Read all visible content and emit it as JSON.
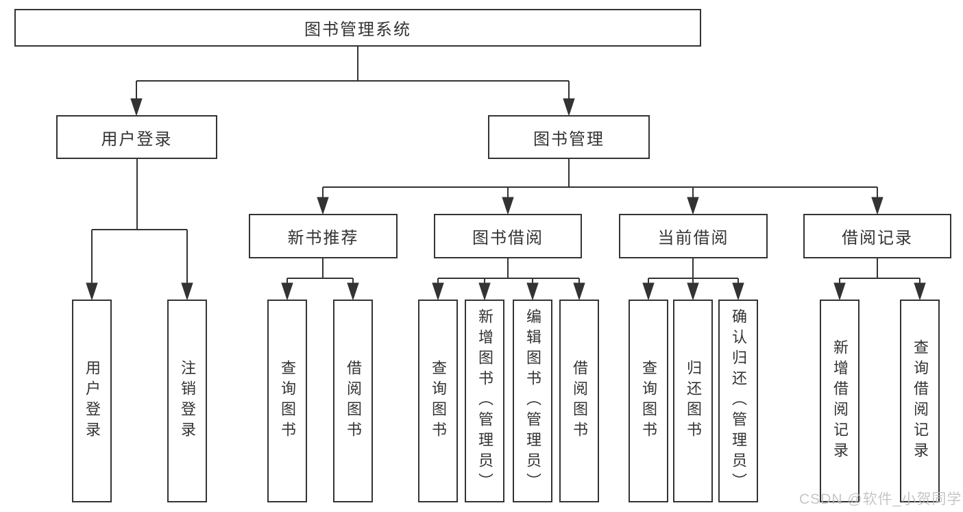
{
  "diagram": {
    "title": "图书管理系统",
    "nodes": {
      "root": {
        "label": "图书管理系统"
      },
      "user_login": {
        "label": "用户登录"
      },
      "book_mgmt": {
        "label": "图书管理"
      },
      "new_book_rec": {
        "label": "新书推荐"
      },
      "book_borrow": {
        "label": "图书借阅"
      },
      "current_borrow": {
        "label": "当前借阅"
      },
      "borrow_records": {
        "label": "借阅记录"
      },
      "leaf_user_login": {
        "label": "用户登录"
      },
      "leaf_logout": {
        "label": "注销登录"
      },
      "nb_query": {
        "label": "查询图书"
      },
      "nb_borrow": {
        "label": "借阅图书"
      },
      "bb_query": {
        "label": "查询图书"
      },
      "bb_add": {
        "label": "新增图书（管理员）"
      },
      "bb_edit": {
        "label": "编辑图书（管理员）"
      },
      "bb_borrow": {
        "label": "借阅图书"
      },
      "cb_query": {
        "label": "查询图书"
      },
      "cb_return": {
        "label": "归还图书"
      },
      "cb_confirm": {
        "label": "确认归还（管理员）"
      },
      "br_add": {
        "label": "新增借阅记录"
      },
      "br_query": {
        "label": "查询借阅记录"
      }
    },
    "edges": [
      {
        "from": "root",
        "to": "user_login"
      },
      {
        "from": "root",
        "to": "book_mgmt"
      },
      {
        "from": "user_login",
        "to": "leaf_user_login"
      },
      {
        "from": "user_login",
        "to": "leaf_logout"
      },
      {
        "from": "book_mgmt",
        "to": "new_book_rec"
      },
      {
        "from": "book_mgmt",
        "to": "book_borrow"
      },
      {
        "from": "book_mgmt",
        "to": "current_borrow"
      },
      {
        "from": "book_mgmt",
        "to": "borrow_records"
      },
      {
        "from": "new_book_rec",
        "to": "nb_query"
      },
      {
        "from": "new_book_rec",
        "to": "nb_borrow"
      },
      {
        "from": "book_borrow",
        "to": "bb_query"
      },
      {
        "from": "book_borrow",
        "to": "bb_add"
      },
      {
        "from": "book_borrow",
        "to": "bb_edit"
      },
      {
        "from": "book_borrow",
        "to": "bb_borrow"
      },
      {
        "from": "current_borrow",
        "to": "cb_query"
      },
      {
        "from": "current_borrow",
        "to": "cb_return"
      },
      {
        "from": "current_borrow",
        "to": "cb_confirm"
      },
      {
        "from": "borrow_records",
        "to": "br_add"
      },
      {
        "from": "borrow_records",
        "to": "br_query"
      }
    ],
    "watermark": "CSDN @软件_小贺同学",
    "colors": {
      "stroke": "#333333",
      "text": "#333333",
      "background": "#ffffff",
      "watermark": "#bdbdbd"
    }
  }
}
